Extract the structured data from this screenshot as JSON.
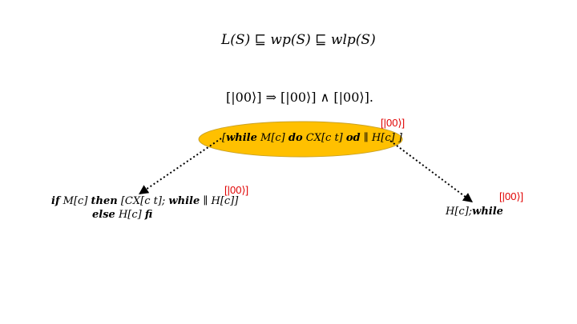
{
  "colors": {
    "ellipse_fill": "#ffc000",
    "ellipse_stroke": "#c9a227",
    "state_label": "#e00000",
    "arrow": "#000000"
  },
  "formulas": {
    "refinement": "L(S) ⊑ wp(S) ⊑ wlp(S)",
    "implication": "[|00⟩] ⇒ [|00⟩] ∧ [|00⟩]."
  },
  "root_node": {
    "text_pre": "[",
    "kw_while": "while",
    "guard": " M[c] ",
    "kw_do": "do",
    "body": " CX[c t] ",
    "kw_od": "od",
    "tail": " ∥ H[c] ]",
    "state": "[|00⟩]"
  },
  "left_node": {
    "kw_if": "if",
    "guard": " M[c] ",
    "kw_then": "then",
    "then_body": " [CX[c t]; ",
    "kw_while": "while",
    "then_tail": " ∥ H[c]]",
    "kw_else": "else",
    "else_body": " H[c] ",
    "kw_fi": "fi",
    "state": "[|00⟩]"
  },
  "right_node": {
    "body": "H[c];",
    "kw_while": "while",
    "state": "[|00⟩]"
  }
}
